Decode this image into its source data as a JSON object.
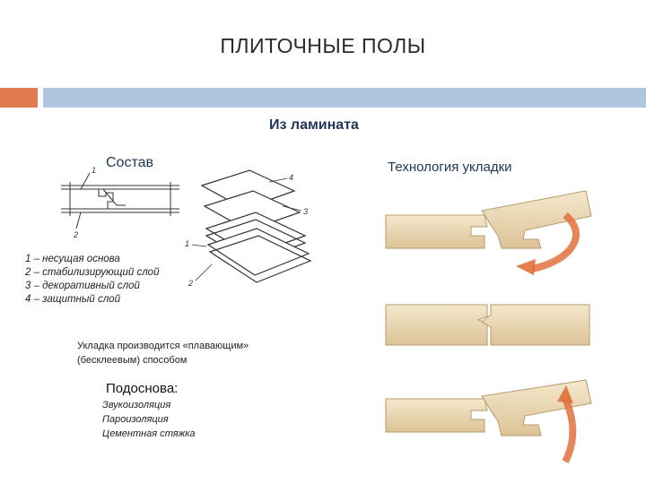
{
  "title": "ПЛИТОЧНЫЕ ПОЛЫ",
  "subtitle": "Из ламината",
  "composition": {
    "heading": "Состав",
    "legend": [
      "1 – несущая основа",
      "2 – стабилизирующий слой",
      "3 – декоративный слой",
      "4 – защитный слой"
    ],
    "callouts": [
      "1",
      "2",
      "3",
      "4"
    ]
  },
  "technology": {
    "heading": "Технология укладки"
  },
  "method": {
    "line1": "Укладка производится «плавающим»",
    "line2": "(бесклеевым) способом"
  },
  "underlay": {
    "heading": "Подоснова:",
    "items": [
      "Звукоизоляция",
      "Пароизоляция",
      "Цементная стяжка"
    ]
  },
  "colors": {
    "accent": "#e07b4f",
    "rule": "#aec6df",
    "wood_light": "#f2e4c6",
    "wood_dark": "#d9bf92",
    "arrow": "#e0703c"
  }
}
